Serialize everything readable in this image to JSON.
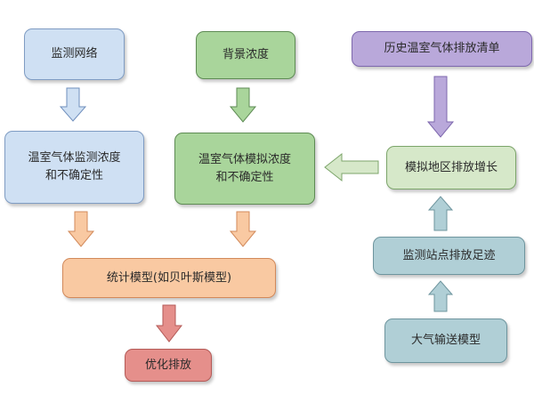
{
  "nodes": {
    "monitoring_network": "监测网络",
    "background_concentration": "背景浓度",
    "historical_inventory": "历史温室气体排放清单",
    "ghg_monitored": [
      "温室气体监测浓度",
      "和不确定性"
    ],
    "ghg_simulated": [
      "温室气体模拟浓度",
      "和不确定性"
    ],
    "simulated_regional_emission": "模拟地区排放增长",
    "station_footprint": "监测站点排放足迹",
    "statistical_model": "统计模型(如贝叶斯模型)",
    "atmospheric_transport": "大气输送模型",
    "optimized_emission": "优化排放"
  },
  "colors": {
    "blue": "#cfe0f3",
    "green": "#a9d59b",
    "purple": "#b9a8da",
    "teal": "#b0cfd6",
    "light_green": "#d6e8c9",
    "orange": "#f9c9a2",
    "red": "#e58f8b"
  }
}
